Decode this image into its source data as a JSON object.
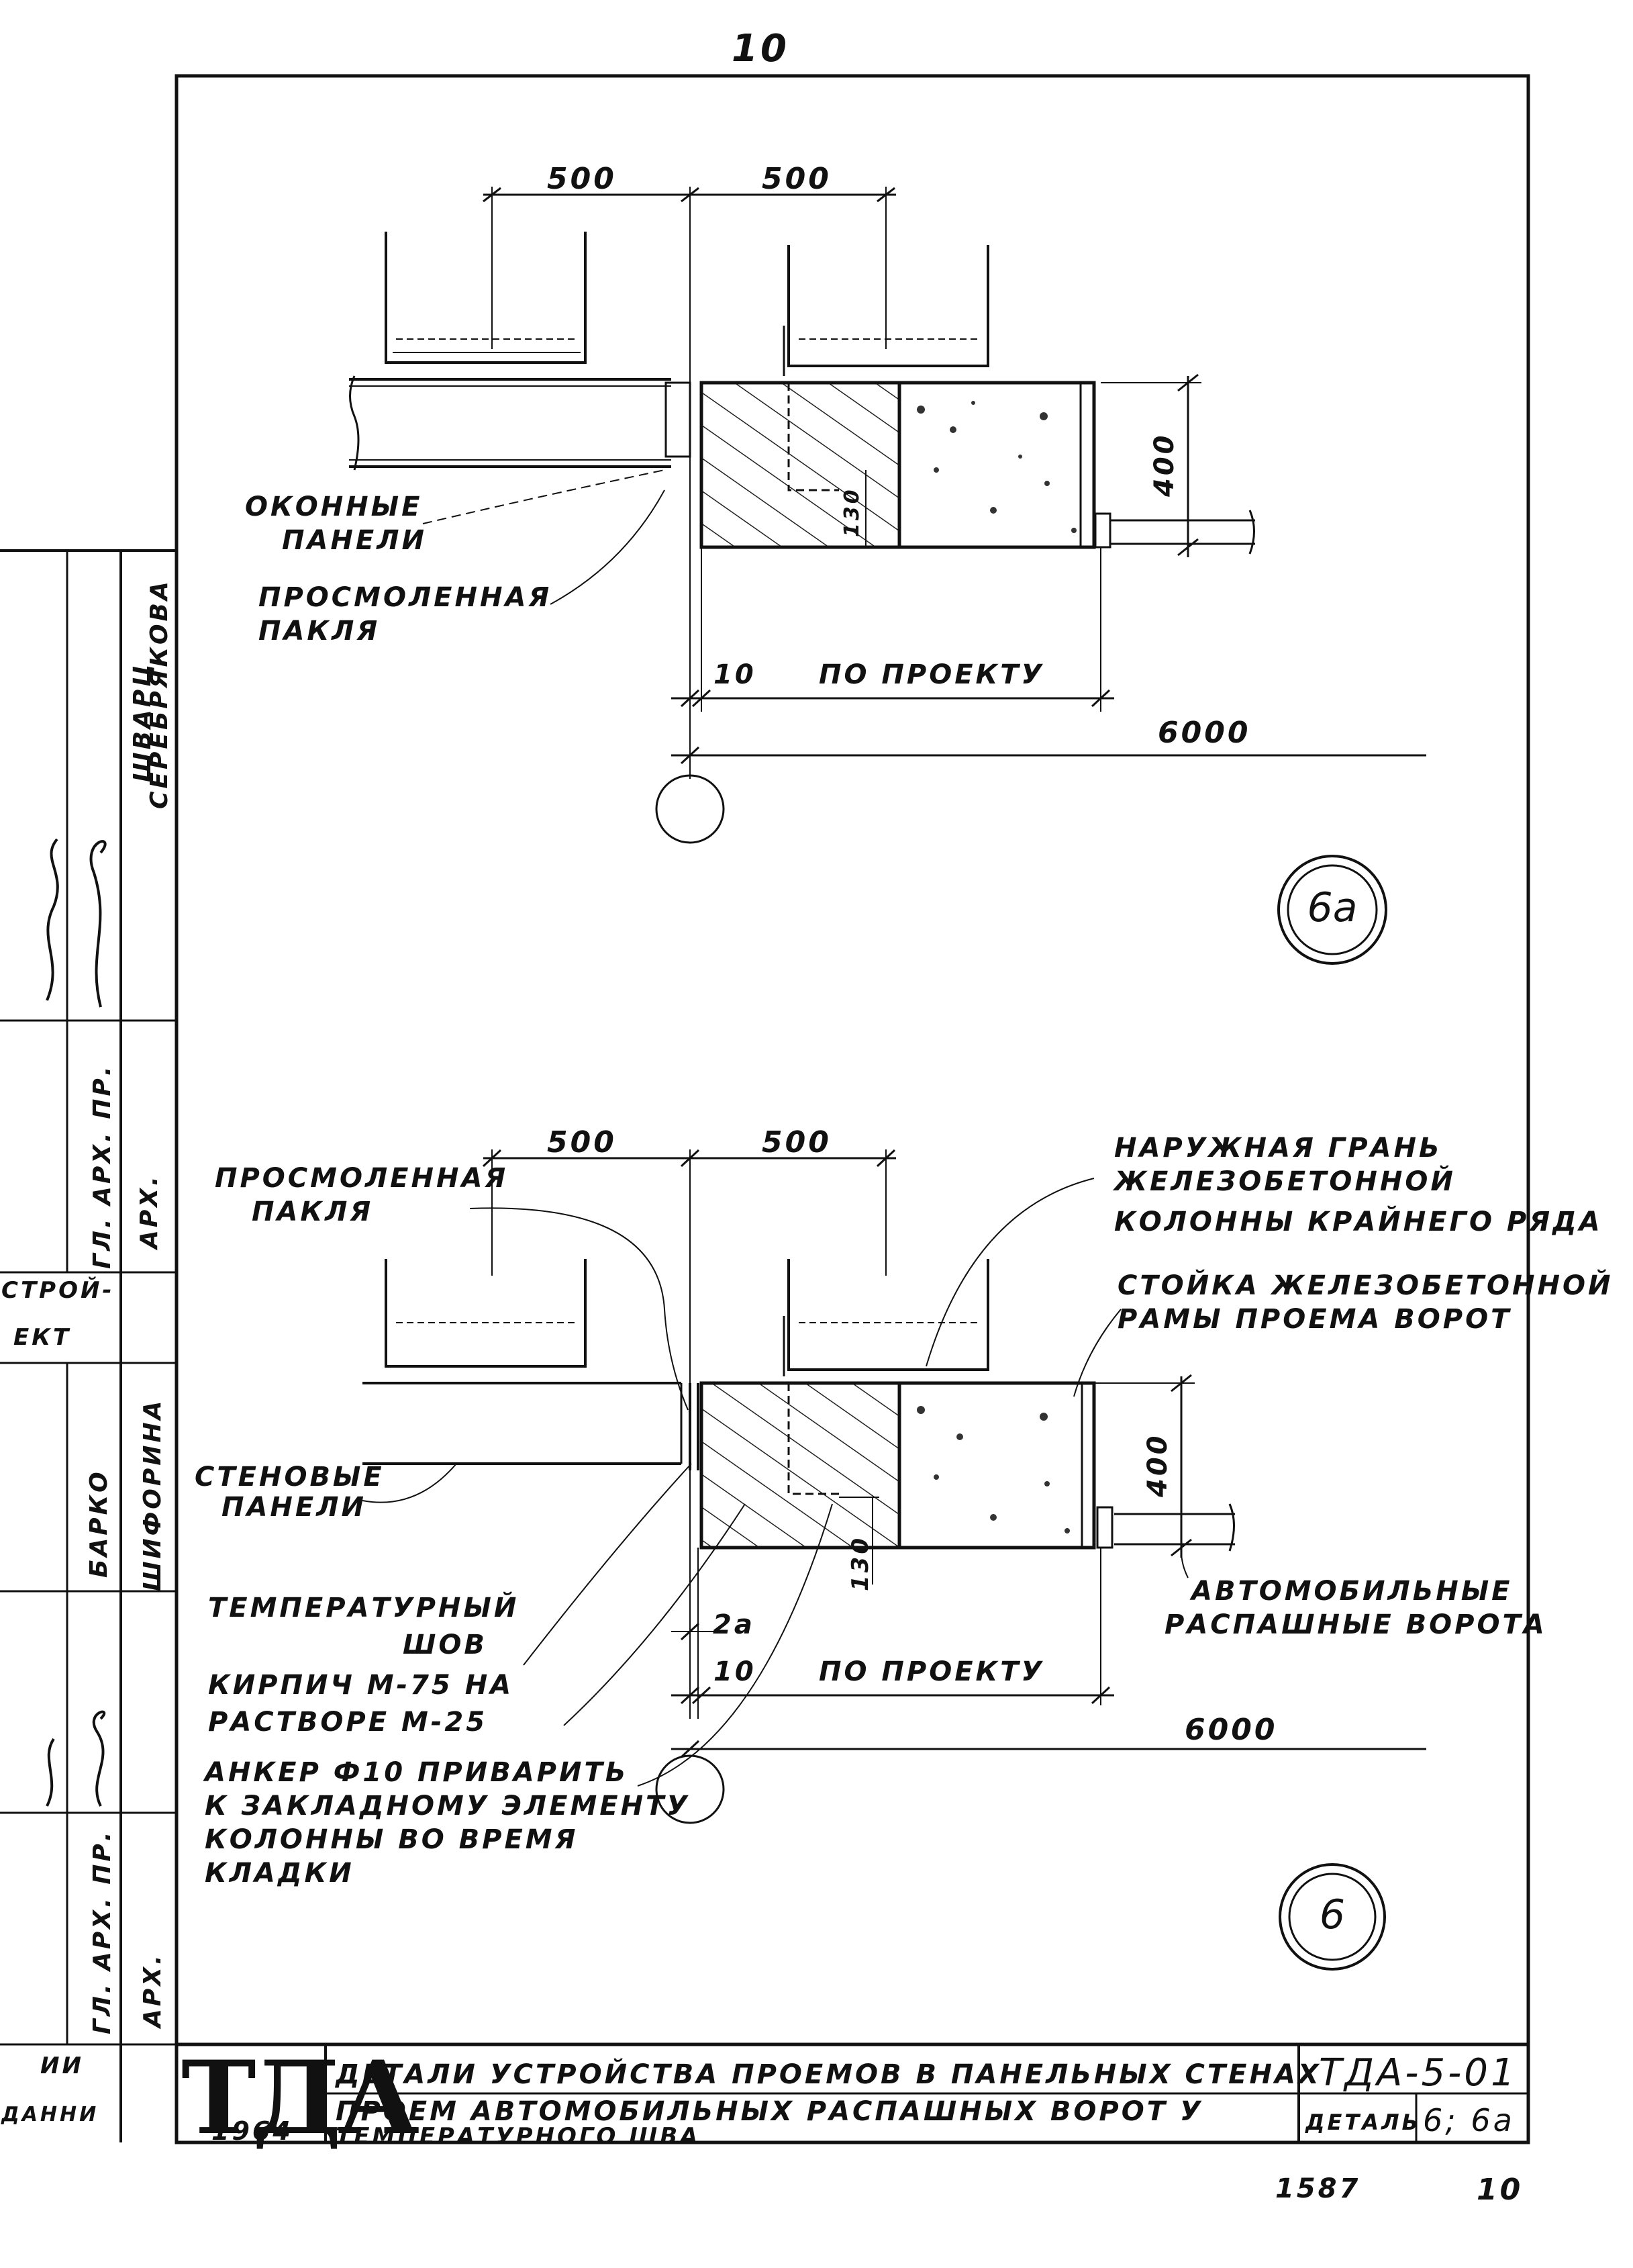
{
  "page_number_top": "10",
  "detail_6a": {
    "dims": {
      "w1": "500",
      "w2": "500",
      "h": "400",
      "gap": "10",
      "project": "ПО ПРОЕКТУ",
      "total": "6000",
      "small": "130"
    },
    "labels": {
      "window_panels": [
        "ОКОННЫЕ",
        "ПАНЕЛИ"
      ],
      "tarred_tow": [
        "ПРОСМОЛЕННАЯ",
        "ПАКЛЯ"
      ]
    },
    "mark": "6а"
  },
  "detail_6": {
    "dims": {
      "w1": "500",
      "w2": "500",
      "h": "400",
      "small": "130",
      "seam": "2а",
      "gap": "10",
      "project": "ПО ПРОЕКТУ",
      "total": "6000"
    },
    "labels": {
      "tarred_tow": [
        "ПРОСМОЛЕННАЯ",
        "ПАКЛЯ"
      ],
      "outer_face": [
        "НАРУЖНАЯ ГРАНЬ",
        "ЖЕЛЕЗОБЕТОННОЙ",
        "КОЛОННЫ КРАЙНЕГО РЯДА"
      ],
      "frame_post": [
        "СТОЙКА ЖЕЛЕЗОБЕТОННОЙ",
        "РАМЫ ПРОЕМА ВОРОТ"
      ],
      "wall_panels": [
        "СТЕНОВЫЕ",
        "ПАНЕЛИ"
      ],
      "temp_seam": [
        "ТЕМПЕРАТУРНЫЙ",
        "ШОВ"
      ],
      "brick": [
        "КИРПИЧ М-75 НА",
        "РАСТВОРЕ М-25"
      ],
      "anchor": [
        "АНКЕР Ф10 ПРИВАРИТЬ",
        "К ЗАКЛАДНОМУ ЭЛЕМЕНТУ",
        "КОЛОННЫ ВО ВРЕМЯ",
        "КЛАДКИ"
      ],
      "gates": [
        "АВТОМОБИЛЬНЫЕ",
        "РАСПАШНЫЕ ВОРОТА"
      ]
    },
    "mark": "6"
  },
  "side_stamp": {
    "names": [
      "ШВАРЦ",
      "СЕРЕБРЯКОВА",
      "БАРКО",
      "ШИФОРИНА"
    ],
    "roles": [
      "ГЛ. АРХ. ПР.",
      "АРХ.",
      "ГЛ. АРХ. ПР.",
      "АРХ."
    ],
    "signatures": [
      "И. Шварц",
      "Серебр.",
      "Барко",
      "Шифорина"
    ],
    "partial": [
      "СТРОЙ-",
      "ЕКТ",
      "ИИ",
      "ДАННИ"
    ]
  },
  "title_block": {
    "logo": "ТДА",
    "year": "1964",
    "title1": "ДЕТАЛИ УСТРОЙСТВА ПРОЕМОВ В ПАНЕЛЬНЫХ СТЕНАХ",
    "title2a": "ПРОЕМ АВТОМОБИЛЬНЫХ РАСПАШНЫХ ВОРОТ У",
    "title2b": "ТЕМПЕРАТУРНОГО ШВА",
    "code": "ТДА-5-01",
    "detail_label": "ДЕТАЛЬ",
    "detail_value": "6; 6а"
  },
  "footer": {
    "number": "1587",
    "page": "10"
  }
}
